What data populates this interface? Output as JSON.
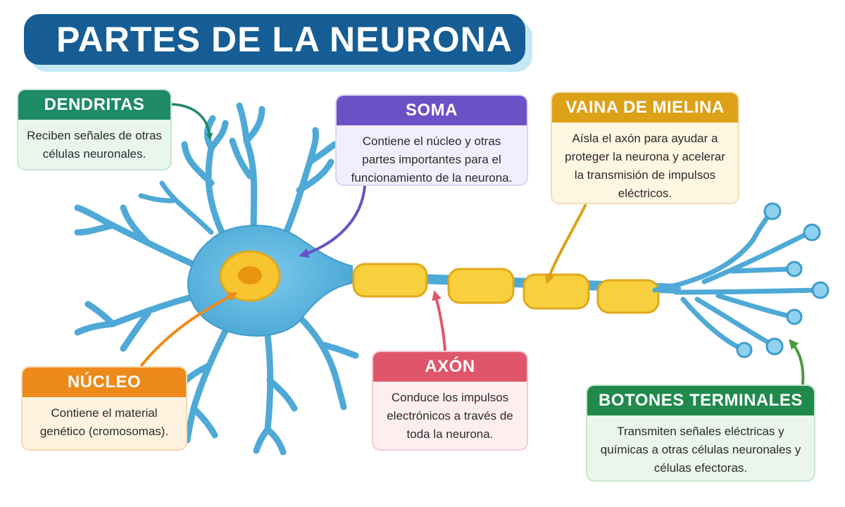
{
  "title": "PARTES DE LA NEURONA",
  "colors": {
    "title_bg": "#155d94",
    "neuron": "#5ab4de",
    "nucleus": "#f7c52f",
    "myelin": "#f8cf3c",
    "dendritas": "#1e8a66",
    "soma": "#6a52c6",
    "vaina": "#dda118",
    "nucleo": "#ed8a1a",
    "axon": "#df566a",
    "botones": "#1f8a4c"
  },
  "labels": {
    "dendritas": {
      "title": "DENDRITAS",
      "text": "Reciben señales de otras células neuronales."
    },
    "soma": {
      "title": "SOMA",
      "text": "Contiene el núcleo y otras partes importantes para el funcionamiento de la neurona."
    },
    "vaina": {
      "title": "VAINA DE MIELINA",
      "text": "Aísla el axón para ayudar a proteger la neurona y acelerar la transmisión de impulsos eléctricos."
    },
    "nucleo": {
      "title": "NÚCLEO",
      "text": "Contiene el material genético (cromosomas)."
    },
    "axon": {
      "title": "AXÓN",
      "text": "Conduce los impulsos electrónicos a través de toda la neurona."
    },
    "botones": {
      "title": "BOTONES TERMINALES",
      "text": "Transmiten señales eléctricas y químicas a otras células neuronales y células efectoras."
    }
  }
}
